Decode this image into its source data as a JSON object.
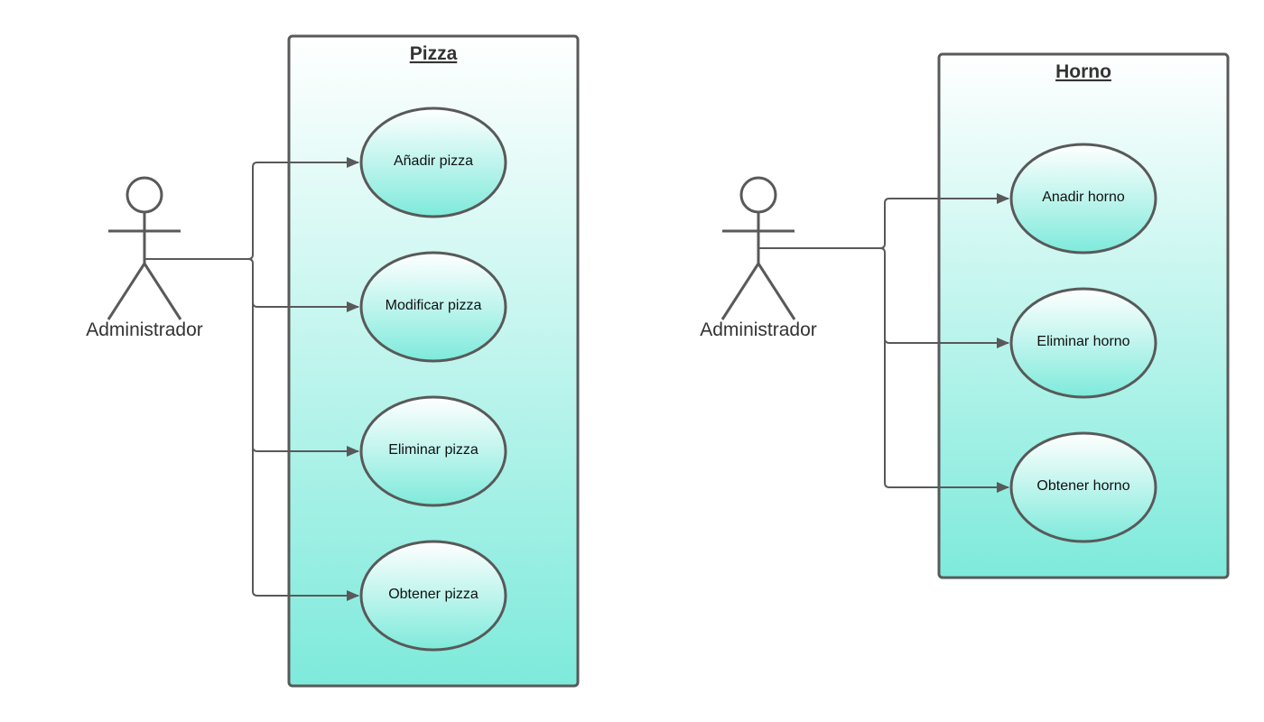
{
  "colors": {
    "line": "#595959",
    "fill_top": "#ffffff",
    "fill_bottom": "#7eeadb",
    "actor_head": "#bdf5ee"
  },
  "systems": [
    {
      "title": "Pizza",
      "actor_label": "Administrador",
      "use_cases": [
        "Añadir pizza",
        "Modificar pizza",
        "Eliminar pizza",
        "Obtener pizza"
      ]
    },
    {
      "title": "Horno",
      "actor_label": "Administrador",
      "use_cases": [
        "Anadir horno",
        "Eliminar horno",
        "Obtener horno"
      ]
    }
  ]
}
